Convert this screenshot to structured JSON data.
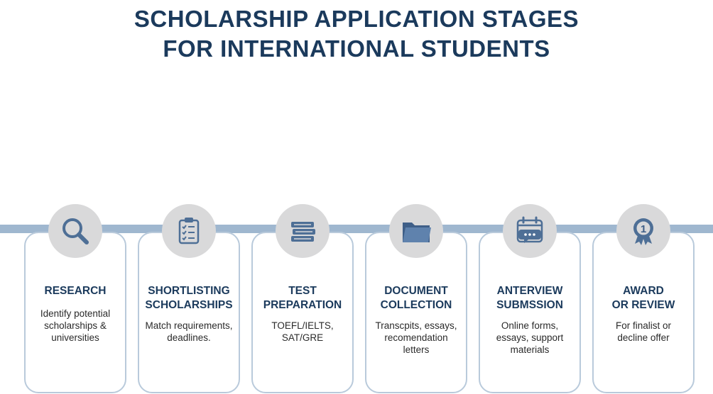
{
  "title": {
    "line1": "SCHOLARSHIP APPLICATION STAGES",
    "line2": "FOR INTERNATIONAL STUDENTS"
  },
  "colors": {
    "title": "#1b3a5c",
    "timeline": "#9fb7cf",
    "card_border": "#b9cadb",
    "icon_circle": "#d9d9da",
    "icon": "#4e6f96"
  },
  "stages": [
    {
      "icon": "magnifier-icon",
      "title": [
        "RESEARCH"
      ],
      "description": [
        "Identify potential",
        "scholarships &",
        "universities"
      ]
    },
    {
      "icon": "clipboard-checklist-icon",
      "title": [
        "SHORTLISTING",
        "SCHOLARSHIPS"
      ],
      "description": [
        "Match requirements,",
        "deadlines."
      ]
    },
    {
      "icon": "book-stack-icon",
      "title": [
        "TEST",
        "PREPARATION"
      ],
      "description": [
        "TOEFL/IELTS,",
        "SAT/GRE"
      ]
    },
    {
      "icon": "folder-icon",
      "title": [
        "DOCUMENT",
        "COLLECTION"
      ],
      "description": [
        "Transcpits, essays,",
        "recomendation",
        "letters"
      ]
    },
    {
      "icon": "calendar-chat-icon",
      "title": [
        "ANTERVIEW",
        "SUBMSSION"
      ],
      "description": [
        "Online forms,",
        "essays, support",
        "materials"
      ]
    },
    {
      "icon": "award-medal-icon",
      "icon_text": "1",
      "title": [
        "AWARD",
        "OR REVIEW"
      ],
      "description": [
        "For finalist or",
        "decline offer"
      ]
    }
  ]
}
